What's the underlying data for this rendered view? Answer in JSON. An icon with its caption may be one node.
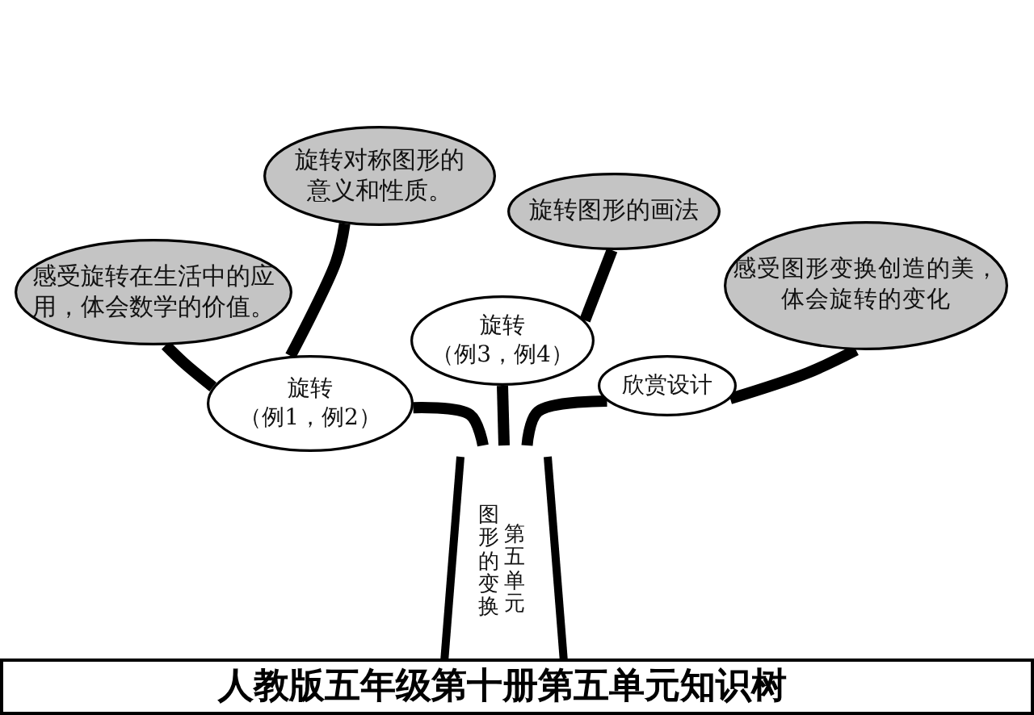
{
  "diagram": {
    "title": "人教版五年级第十册第五单元知识树",
    "nodes": [
      {
        "text": [
          "旋转对称图形的意义和性质。"
        ]
      },
      {
        "text": [
          "旋转图形的画法"
        ]
      },
      {
        "text": [
          "感受旋转在生活中的应用，体会数学的价值。"
        ]
      },
      {
        "text": [
          "感受图形变换创造的美，体会旋转的变化"
        ]
      },
      {
        "text": [
          "旋转",
          "（例3，例4）"
        ]
      },
      {
        "text": [
          "旋转",
          "（例1，例2）"
        ]
      },
      {
        "text": [
          "欣赏设计"
        ]
      },
      {
        "text": [
          "图形的变换",
          "第五单元"
        ]
      }
    ],
    "edges": [
      {
        "from": 7,
        "to": 5,
        "arrow": "none"
      },
      {
        "from": 7,
        "to": 4,
        "arrow": "none"
      },
      {
        "from": 7,
        "to": 6,
        "arrow": "none"
      },
      {
        "from": 5,
        "to": 2,
        "arrow": "none"
      },
      {
        "from": 5,
        "to": 0,
        "arrow": "none"
      },
      {
        "from": 4,
        "to": 1,
        "arrow": "none"
      },
      {
        "from": 6,
        "to": 3,
        "arrow": "none"
      }
    ]
  }
}
